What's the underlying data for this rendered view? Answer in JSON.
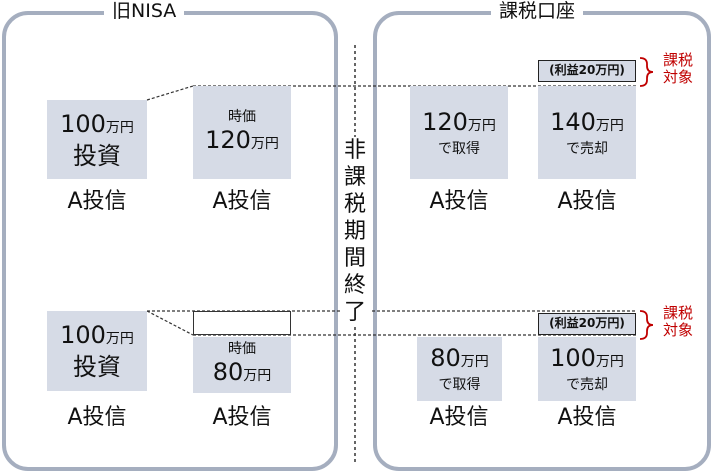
{
  "old_nisa": {
    "title": "旧NISA",
    "scenario_1": {
      "invest": {
        "amount": "100",
        "unit": "万円",
        "label": "投資"
      },
      "market": {
        "label": "時価",
        "amount": "120",
        "unit": "万円"
      },
      "fund_label": "A投信"
    },
    "scenario_2": {
      "invest": {
        "amount": "100",
        "unit": "万円",
        "label": "投資"
      },
      "market": {
        "label": "時価",
        "amount": "80",
        "unit": "万円"
      },
      "fund_label": "A投信"
    }
  },
  "taxable_account": {
    "title": "課税口座",
    "scenario_1": {
      "acquire": {
        "amount": "120",
        "unit": "万円",
        "label": "で取得"
      },
      "sell": {
        "amount": "140",
        "unit": "万円",
        "label": "で売却"
      },
      "profit_label": "(利益20万円)",
      "taxable_label": "課税対象",
      "fund_label": "A投信"
    },
    "scenario_2": {
      "acquire": {
        "amount": "80",
        "unit": "万円",
        "label": "で取得"
      },
      "sell": {
        "amount": "100",
        "unit": "万円",
        "label": "で売却"
      },
      "profit_label": "(利益20万円)",
      "taxable_label": "課税対象",
      "fund_label": "A投信"
    }
  },
  "divider_label": "非課税期間終了",
  "colors": {
    "panel_border": "#a5aebf",
    "box_fill": "#d6dbe6",
    "taxable_text": "#c00000"
  }
}
